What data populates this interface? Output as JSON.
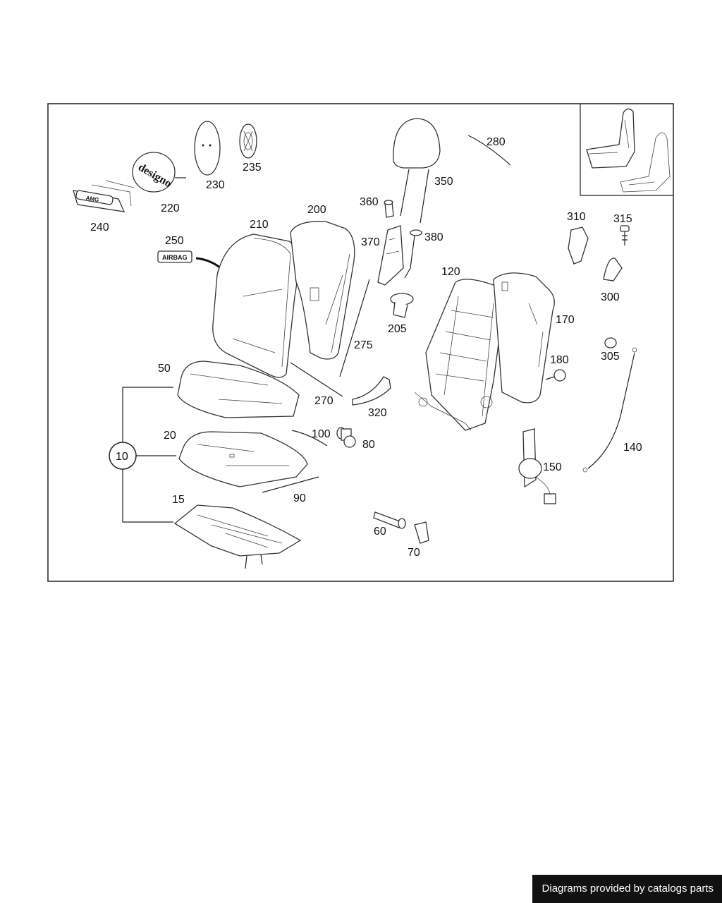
{
  "labels": {
    "p10": "10",
    "p15": "15",
    "p20": "20",
    "p50": "50",
    "p60": "60",
    "p70": "70",
    "p80": "80",
    "p90": "90",
    "p100": "100",
    "p120": "120",
    "p140": "140",
    "p150": "150",
    "p170": "170",
    "p180": "180",
    "p200": "200",
    "p205": "205",
    "p210": "210",
    "p220": "220",
    "p230": "230",
    "p235": "235",
    "p240": "240",
    "p250": "250",
    "p270": "270",
    "p275": "275",
    "p280": "280",
    "p300": "300",
    "p305": "305",
    "p310": "310",
    "p315": "315",
    "p320": "320",
    "p350": "350",
    "p360": "360",
    "p370": "370",
    "p380": "380"
  },
  "badges": {
    "airbag": "AIRBAG",
    "designo": "designo",
    "amg": "AMG"
  },
  "footer": {
    "credit": "Diagrams provided by catalogs parts"
  },
  "colors": {
    "line": "#222222",
    "footer_bg": "#111111",
    "footer_text": "#ffffff"
  }
}
